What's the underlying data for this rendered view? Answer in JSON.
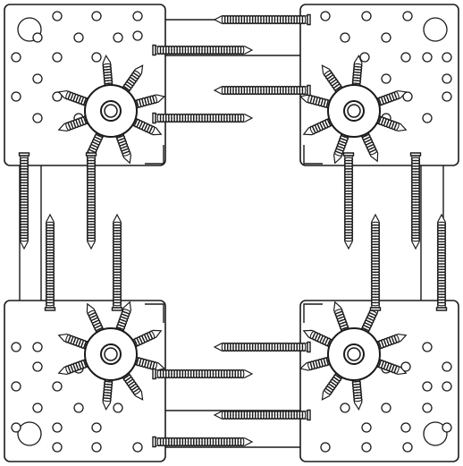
{
  "diagram": {
    "plates": [
      {
        "corner": "top-left",
        "spoke_screws": 8
      },
      {
        "corner": "top-right",
        "spoke_screws": 8
      },
      {
        "corner": "bottom-left",
        "spoke_screws": 8
      },
      {
        "corner": "bottom-right",
        "spoke_screws": 8
      }
    ],
    "connecting_screws": {
      "horizontal": 8,
      "vertical": 8
    },
    "colors": {
      "stroke": "#1a1a1a",
      "fill": "#ffffff"
    }
  }
}
